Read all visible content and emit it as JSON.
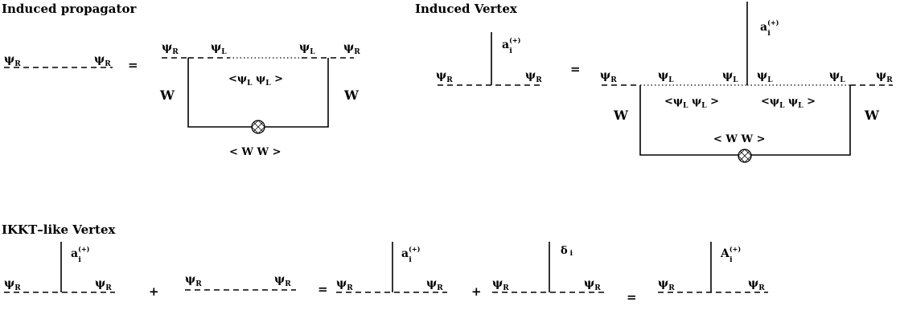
{
  "titles": {
    "induced_propagator": "Induced propagator",
    "induced_vertex": "Induced Vertex",
    "ikkt_like_vertex": "IKKT–like Vertex"
  },
  "symbols": {
    "psi": "ψ",
    "sub_R": "R",
    "sub_L": "L",
    "a": "a",
    "A": "A",
    "index_i": "i",
    "sup_plus": "(+)",
    "W": "W",
    "delta": "δ",
    "ww_bracket": "< W W >",
    "lt": "<",
    "gt": ">"
  },
  "operators": {
    "equals": "=",
    "plus": "+"
  },
  "icons": {
    "loop_blob": "crossed-circle-icon"
  }
}
